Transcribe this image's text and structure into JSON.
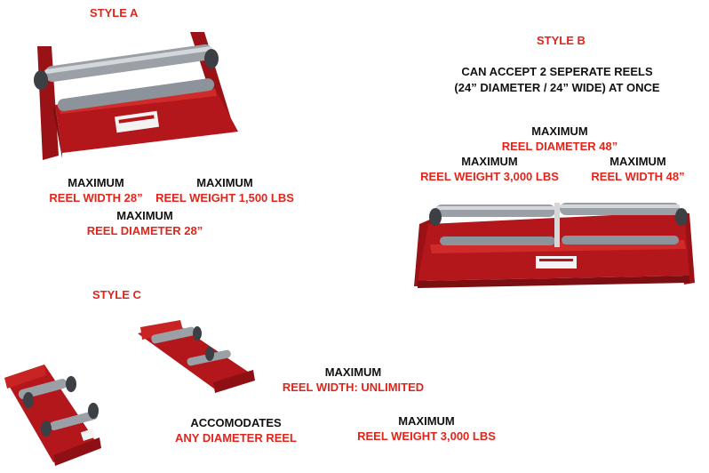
{
  "style_a": {
    "title": "STYLE A",
    "max_width": {
      "label": "MAXIMUM",
      "value": "REEL WIDTH 28”"
    },
    "max_weight": {
      "label": "MAXIMUM",
      "value": "REEL WEIGHT 1,500 LBS"
    },
    "max_diameter": {
      "label": "MAXIMUM",
      "value": "REEL DIAMETER 28”"
    }
  },
  "style_b": {
    "title": "STYLE B",
    "note_line1": "CAN ACCEPT 2 SEPERATE REELS",
    "note_line2": "(24” DIAMETER / 24” WIDE) AT ONCE",
    "max_diameter": {
      "label": "MAXIMUM",
      "value": "REEL DIAMETER 48”"
    },
    "max_weight": {
      "label": "MAXIMUM",
      "value": "REEL WEIGHT 3,000 LBS"
    },
    "max_width": {
      "label": "MAXIMUM",
      "value": "REEL WIDTH 48”"
    }
  },
  "style_c": {
    "title": "STYLE C",
    "max_width": {
      "label": "MAXIMUM",
      "value": "REEL WIDTH: UNLIMITED"
    },
    "accommodates": {
      "label": "ACCOMODATES",
      "value": "ANY DIAMETER REEL"
    },
    "max_weight": {
      "label": "MAXIMUM",
      "value": "REEL WEIGHT 3,000 LBS"
    }
  },
  "colors": {
    "accent_red": "#e0261c",
    "frame_red": "#b3161b",
    "roller_gray": "#9aa0a6",
    "text_dark": "#111111"
  }
}
